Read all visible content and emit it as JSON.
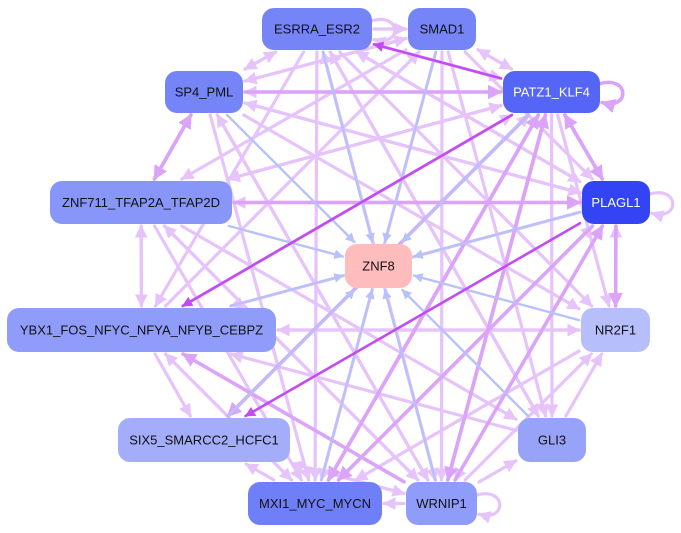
{
  "graph": {
    "type": "directed-network",
    "colors": {
      "edge_light": "#e6c3fb",
      "edge_medium": "#dba4f8",
      "edge_strong": "#c24cf2",
      "edge_to_target": "#b7c2fa",
      "node_target": "#ffbcbc"
    },
    "nodes": [
      {
        "id": "ESRRA_ESR2",
        "label": "ESRRA_ESR2",
        "fill": "#7585f8",
        "text": "#111111"
      },
      {
        "id": "SMAD1",
        "label": "SMAD1",
        "fill": "#7585f8",
        "text": "#111111"
      },
      {
        "id": "PATZ1_KLF4",
        "label": "PATZ1_KLF4",
        "fill": "#5566f7",
        "text": "#ffffff"
      },
      {
        "id": "SP4_PML",
        "label": "SP4_PML",
        "fill": "#7585f8",
        "text": "#111111"
      },
      {
        "id": "ZNF711_TFAP2A_TFAP2D",
        "label": "ZNF711_TFAP2A_TFAP2D",
        "fill": "#8896f9",
        "text": "#111111"
      },
      {
        "id": "PLAGL1",
        "label": "PLAGL1",
        "fill": "#3344f5",
        "text": "#ffffff"
      },
      {
        "id": "ZNF8",
        "label": "ZNF8",
        "fill": "#ffbcbc",
        "text": "#111111"
      },
      {
        "id": "YBX1_FOS_NFYC_NFYA_NFYB_CEBPZ",
        "label": "YBX1_FOS_NFYC_NFYA_NFYB_CEBPZ",
        "fill": "#8f9cf9",
        "text": "#111111"
      },
      {
        "id": "NR2F1",
        "label": "NR2F1",
        "fill": "#b7bffb",
        "text": "#111111"
      },
      {
        "id": "SIX5_SMARCC2_HCFC1",
        "label": "SIX5_SMARCC2_HCFC1",
        "fill": "#a3adfa",
        "text": "#111111"
      },
      {
        "id": "GLI3",
        "label": "GLI3",
        "fill": "#97a3f9",
        "text": "#111111"
      },
      {
        "id": "MXI1_MYC_MYCN",
        "label": "MXI1_MYC_MYCN",
        "fill": "#6f7ff7",
        "text": "#111111"
      },
      {
        "id": "WRNIP1",
        "label": "WRNIP1",
        "fill": "#8f9cf9",
        "text": "#111111"
      }
    ],
    "edges": [
      {
        "from": "ESRRA_ESR2",
        "to": "ZNF8",
        "type": "target"
      },
      {
        "from": "SMAD1",
        "to": "ZNF8",
        "type": "target"
      },
      {
        "from": "PATZ1_KLF4",
        "to": "ZNF8",
        "type": "target"
      },
      {
        "from": "SP4_PML",
        "to": "ZNF8",
        "type": "target"
      },
      {
        "from": "ZNF711_TFAP2A_TFAP2D",
        "to": "ZNF8",
        "type": "target"
      },
      {
        "from": "PLAGL1",
        "to": "ZNF8",
        "type": "target"
      },
      {
        "from": "YBX1_FOS_NFYC_NFYA_NFYB_CEBPZ",
        "to": "ZNF8",
        "type": "target"
      },
      {
        "from": "NR2F1",
        "to": "ZNF8",
        "type": "target"
      },
      {
        "from": "SIX5_SMARCC2_HCFC1",
        "to": "ZNF8",
        "type": "target"
      },
      {
        "from": "GLI3",
        "to": "ZNF8",
        "type": "target"
      },
      {
        "from": "MXI1_MYC_MYCN",
        "to": "ZNF8",
        "type": "target"
      },
      {
        "from": "WRNIP1",
        "to": "ZNF8",
        "type": "target"
      },
      {
        "from": "PATZ1_KLF4",
        "to": "ESRRA_ESR2",
        "type": "strong"
      },
      {
        "from": "PATZ1_KLF4",
        "to": "YBX1_FOS_NFYC_NFYA_NFYB_CEBPZ",
        "type": "strong"
      },
      {
        "from": "SP4_PML",
        "to": "PATZ1_KLF4",
        "type": "medium"
      },
      {
        "from": "ZNF711_TFAP2A_TFAP2D",
        "to": "PLAGL1",
        "type": "medium"
      },
      {
        "from": "PLAGL1",
        "to": "ZNF711_TFAP2A_TFAP2D",
        "type": "light"
      },
      {
        "from": "ESRRA_ESR2",
        "to": "SMAD1",
        "type": "light"
      },
      {
        "from": "ESRRA_ESR2",
        "to": "ESRRA_ESR2",
        "type": "light"
      },
      {
        "from": "PATZ1_KLF4",
        "to": "PATZ1_KLF4",
        "type": "medium"
      },
      {
        "from": "PLAGL1",
        "to": "PLAGL1",
        "type": "light"
      },
      {
        "from": "WRNIP1",
        "to": "WRNIP1",
        "type": "light"
      },
      {
        "from": "SMAD1",
        "to": "PATZ1_KLF4",
        "type": "light"
      },
      {
        "from": "PATZ1_KLF4",
        "to": "SMAD1",
        "type": "light"
      },
      {
        "from": "SP4_PML",
        "to": "ESRRA_ESR2",
        "type": "light"
      },
      {
        "from": "ESRRA_ESR2",
        "to": "SP4_PML",
        "type": "light"
      },
      {
        "from": "SP4_PML",
        "to": "ZNF711_TFAP2A_TFAP2D",
        "type": "medium"
      },
      {
        "from": "ZNF711_TFAP2A_TFAP2D",
        "to": "SP4_PML",
        "type": "medium"
      },
      {
        "from": "ZNF711_TFAP2A_TFAP2D",
        "to": "YBX1_FOS_NFYC_NFYA_NFYB_CEBPZ",
        "type": "light"
      },
      {
        "from": "YBX1_FOS_NFYC_NFYA_NFYB_CEBPZ",
        "to": "ZNF711_TFAP2A_TFAP2D",
        "type": "light"
      },
      {
        "from": "YBX1_FOS_NFYC_NFYA_NFYB_CEBPZ",
        "to": "SIX5_SMARCC2_HCFC1",
        "type": "light"
      },
      {
        "from": "PATZ1_KLF4",
        "to": "PLAGL1",
        "type": "medium"
      },
      {
        "from": "PLAGL1",
        "to": "PATZ1_KLF4",
        "type": "medium"
      },
      {
        "from": "PLAGL1",
        "to": "NR2F1",
        "type": "medium"
      },
      {
        "from": "NR2F1",
        "to": "PLAGL1",
        "type": "light"
      },
      {
        "from": "WRNIP1",
        "to": "GLI3",
        "type": "light"
      },
      {
        "from": "WRNIP1",
        "to": "MXI1_MYC_MYCN",
        "type": "light"
      },
      {
        "from": "WRNIP1",
        "to": "NR2F1",
        "type": "light"
      },
      {
        "from": "WRNIP1",
        "to": "SIX5_SMARCC2_HCFC1",
        "type": "light"
      },
      {
        "from": "WRNIP1",
        "to": "YBX1_FOS_NFYC_NFYA_NFYB_CEBPZ",
        "type": "medium"
      },
      {
        "from": "WRNIP1",
        "to": "ZNF711_TFAP2A_TFAP2D",
        "type": "light"
      },
      {
        "from": "WRNIP1",
        "to": "SP4_PML",
        "type": "light"
      },
      {
        "from": "WRNIP1",
        "to": "ESRRA_ESR2",
        "type": "light"
      },
      {
        "from": "WRNIP1",
        "to": "PATZ1_KLF4",
        "type": "medium"
      },
      {
        "from": "WRNIP1",
        "to": "PLAGL1",
        "type": "medium"
      },
      {
        "from": "PATZ1_KLF4",
        "to": "WRNIP1",
        "type": "medium"
      },
      {
        "from": "PATZ1_KLF4",
        "to": "MXI1_MYC_MYCN",
        "type": "medium"
      },
      {
        "from": "PATZ1_KLF4",
        "to": "GLI3",
        "type": "light"
      },
      {
        "from": "PATZ1_KLF4",
        "to": "NR2F1",
        "type": "light"
      },
      {
        "from": "PATZ1_KLF4",
        "to": "ZNF711_TFAP2A_TFAP2D",
        "type": "light"
      },
      {
        "from": "PATZ1_KLF4",
        "to": "SP4_PML",
        "type": "light"
      },
      {
        "from": "PATZ1_KLF4",
        "to": "SIX5_SMARCC2_HCFC1",
        "type": "medium"
      },
      {
        "from": "PLAGL1",
        "to": "MXI1_MYC_MYCN",
        "type": "medium"
      },
      {
        "from": "PLAGL1",
        "to": "SIX5_SMARCC2_HCFC1",
        "type": "strong"
      },
      {
        "from": "PLAGL1",
        "to": "YBX1_FOS_NFYC_NFYA_NFYB_CEBPZ",
        "type": "light"
      },
      {
        "from": "PLAGL1",
        "to": "WRNIP1",
        "type": "light"
      },
      {
        "from": "PLAGL1",
        "to": "SP4_PML",
        "type": "light"
      },
      {
        "from": "PLAGL1",
        "to": "ESRRA_ESR2",
        "type": "light"
      },
      {
        "from": "SMAD1",
        "to": "WRNIP1",
        "type": "light"
      },
      {
        "from": "SMAD1",
        "to": "GLI3",
        "type": "light"
      },
      {
        "from": "SMAD1",
        "to": "MXI1_MYC_MYCN",
        "type": "light"
      },
      {
        "from": "SMAD1",
        "to": "SP4_PML",
        "type": "light"
      },
      {
        "from": "SMAD1",
        "to": "ZNF711_TFAP2A_TFAP2D",
        "type": "light"
      },
      {
        "from": "SMAD1",
        "to": "PLAGL1",
        "type": "light"
      },
      {
        "from": "ESRRA_ESR2",
        "to": "MXI1_MYC_MYCN",
        "type": "light"
      },
      {
        "from": "ESRRA_ESR2",
        "to": "WRNIP1",
        "type": "light"
      },
      {
        "from": "ESRRA_ESR2",
        "to": "GLI3",
        "type": "light"
      },
      {
        "from": "ESRRA_ESR2",
        "to": "PLAGL1",
        "type": "light"
      },
      {
        "from": "ESRRA_ESR2",
        "to": "PATZ1_KLF4",
        "type": "light"
      },
      {
        "from": "ESRRA_ESR2",
        "to": "NR2F1",
        "type": "light"
      },
      {
        "from": "ESRRA_ESR2",
        "to": "YBX1_FOS_NFYC_NFYA_NFYB_CEBPZ",
        "type": "light"
      },
      {
        "from": "SP4_PML",
        "to": "MXI1_MYC_MYCN",
        "type": "light"
      },
      {
        "from": "SP4_PML",
        "to": "WRNIP1",
        "type": "light"
      },
      {
        "from": "SP4_PML",
        "to": "PLAGL1",
        "type": "light"
      },
      {
        "from": "SP4_PML",
        "to": "NR2F1",
        "type": "light"
      },
      {
        "from": "SP4_PML",
        "to": "SMAD1",
        "type": "light"
      },
      {
        "from": "ZNF711_TFAP2A_TFAP2D",
        "to": "MXI1_MYC_MYCN",
        "type": "light"
      },
      {
        "from": "ZNF711_TFAP2A_TFAP2D",
        "to": "WRNIP1",
        "type": "light"
      },
      {
        "from": "ZNF711_TFAP2A_TFAP2D",
        "to": "GLI3",
        "type": "light"
      },
      {
        "from": "ZNF711_TFAP2A_TFAP2D",
        "to": "PATZ1_KLF4",
        "type": "light"
      },
      {
        "from": "YBX1_FOS_NFYC_NFYA_NFYB_CEBPZ",
        "to": "PATZ1_KLF4",
        "type": "light"
      },
      {
        "from": "YBX1_FOS_NFYC_NFYA_NFYB_CEBPZ",
        "to": "MXI1_MYC_MYCN",
        "type": "light"
      },
      {
        "from": "YBX1_FOS_NFYC_NFYA_NFYB_CEBPZ",
        "to": "NR2F1",
        "type": "light"
      },
      {
        "from": "YBX1_FOS_NFYC_NFYA_NFYB_CEBPZ",
        "to": "SMAD1",
        "type": "light"
      },
      {
        "from": "MXI1_MYC_MYCN",
        "to": "PATZ1_KLF4",
        "type": "medium"
      },
      {
        "from": "MXI1_MYC_MYCN",
        "to": "YBX1_FOS_NFYC_NFYA_NFYB_CEBPZ",
        "type": "light"
      },
      {
        "from": "MXI1_MYC_MYCN",
        "to": "SIX5_SMARCC2_HCFC1",
        "type": "light"
      },
      {
        "from": "MXI1_MYC_MYCN",
        "to": "PLAGL1",
        "type": "light"
      },
      {
        "from": "SIX5_SMARCC2_HCFC1",
        "to": "PATZ1_KLF4",
        "type": "light"
      },
      {
        "from": "SIX5_SMARCC2_HCFC1",
        "to": "WRNIP1",
        "type": "light"
      },
      {
        "from": "NR2F1",
        "to": "YBX1_FOS_NFYC_NFYA_NFYB_CEBPZ",
        "type": "light"
      },
      {
        "from": "NR2F1",
        "to": "MXI1_MYC_MYCN",
        "type": "light"
      },
      {
        "from": "GLI3",
        "to": "YBX1_FOS_NFYC_NFYA_NFYB_CEBPZ",
        "type": "light"
      },
      {
        "from": "GLI3",
        "to": "ESRRA_ESR2",
        "type": "light"
      },
      {
        "from": "GLI3",
        "to": "NR2F1",
        "type": "light"
      }
    ]
  }
}
